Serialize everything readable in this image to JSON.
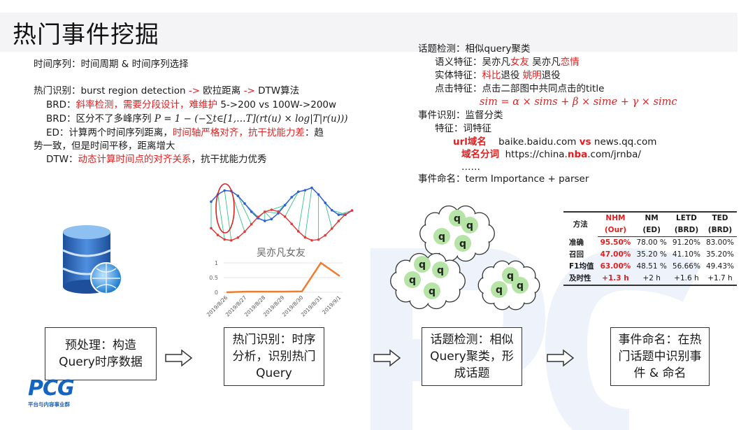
{
  "title": "热门事件挖掘",
  "left": {
    "timeseries": "时间序列：时间周期 & 时间序列选择",
    "hot_prefix": "热门识别：burst region detection ",
    "hot_arrow1": "->",
    "hot_mid": " 欧拉距离 ",
    "hot_arrow2": "->",
    "hot_end": " DTW算法",
    "brd1_prefix": "BRD：",
    "brd1_red": "斜率检测，需要分段设计，难维护",
    "brd1_end": " 5->200  vs 100W->200w",
    "brd2_prefix": "BRD：区分不了多峰序列 ",
    "brd2_formula": "P = 1 − (−∑t∈[1,…T](rt(u) × log|T|r(u)))",
    "ed_prefix": "ED：计算两个时间序列距离，",
    "ed_red": "时间轴严格对齐，抗干扰能力差",
    "ed_end": "：趋",
    "ed_line2": "势一致，但是时间平移，距离增大",
    "dtw_prefix": "DTW：",
    "dtw_red": "动态计算时间点的对齐关系",
    "dtw_end": "，抗干扰能力优秀"
  },
  "right": {
    "topic": "话题检测：相似query聚类",
    "sem_prefix": "语义特征：吴亦凡",
    "sem_red1": "女友",
    "sem_mid": " 吴亦凡",
    "sem_red2": "恋情",
    "ent_prefix": "实体特征：",
    "ent_red1": "科比",
    "ent_mid": "退役 ",
    "ent_red2": "姚明",
    "ent_end": "退役",
    "click": "点击特征：点击二部图中共同点击的title",
    "sim_formula": "sim = α × sims + β × sime + γ × simc",
    "event": "事件识别：监督分类",
    "feat": "特征：词特征",
    "url_red": "url域名",
    "url_text1": "baike.baidu.com ",
    "url_vs": "vs",
    "url_text2": " news.qq.com",
    "split_red": "域名分词",
    "split_text1": "https://china.",
    "split_nba": "nba",
    "split_text2": ".com/jrnba/",
    "dots": "……",
    "naming": "事件命名：term Importance + parser"
  },
  "chart_data": {
    "type": "line",
    "title": "吴亦凡女友",
    "categories": [
      "2019/8/26",
      "2019/8/27",
      "2019/8/28",
      "2019/8/29",
      "2019/8/30",
      "2019/8/31",
      "2019/9/1"
    ],
    "values": [
      0,
      0.02,
      0.02,
      0.02,
      0.03,
      1.0,
      0.55
    ],
    "ylim": [
      0,
      1
    ],
    "yticks": [
      "1",
      "0.5",
      "0"
    ],
    "color": "#ed7d31"
  },
  "cluster_label": "q",
  "table": {
    "header1": [
      "方法",
      "NHM",
      "NM",
      "LETD",
      "TED"
    ],
    "header2": [
      "(Our)",
      "(ED)",
      "(BRD)",
      "(BRD)"
    ],
    "rows": [
      {
        "label": "准确",
        "cells": [
          "95.50%",
          "78.00 %",
          "91.20%",
          "83.00%"
        ]
      },
      {
        "label": "召回",
        "cells": [
          "47.00%",
          "35.20 %",
          "41.10%",
          "35.20%"
        ]
      },
      {
        "label": "F1均值",
        "cells": [
          "63.00%",
          "48.51 %",
          "56.66%",
          "49.43%"
        ]
      },
      {
        "label": "及时性",
        "cells": [
          "+1.3 h",
          "+2 h",
          "+1.6 h",
          "+1.7 h"
        ]
      }
    ]
  },
  "flow": {
    "box1": "预处理：构造Query时序数据",
    "box2": "热门识别：时序分析，识别热门Query",
    "box3": "话题检测：相似Query聚类，形成话题",
    "box4": "事件命名：在热门话题中识别事件 & 命名"
  },
  "logo": {
    "text": "PCG",
    "sub": "平台与内容事业群"
  },
  "colors": {
    "red": "#e02020",
    "blue_logo": "#1565c0",
    "line": "#ed7d31",
    "cloud_q": "#b6e3a6"
  }
}
